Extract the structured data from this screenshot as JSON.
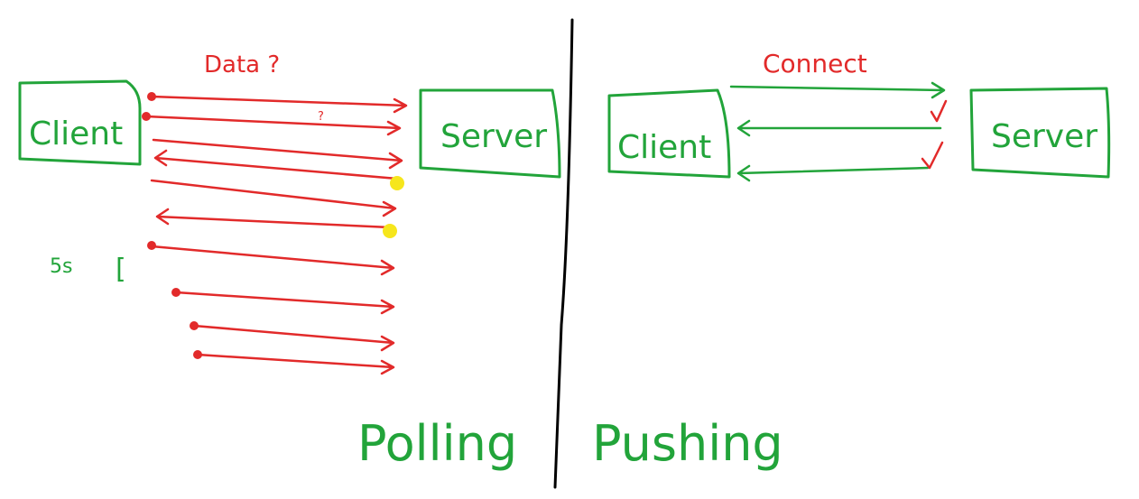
{
  "colors": {
    "green": "#22a43a",
    "red": "#e22a2a",
    "yellow": "#f6e61c",
    "black": "#000000"
  },
  "left_panel": {
    "client_label": "Client",
    "server_label": "Server",
    "request_label": "Data ?",
    "request_label_small": "?",
    "interval_label": "5s",
    "interval_bracket": "[",
    "title": "Polling"
  },
  "right_panel": {
    "client_label": "Client",
    "server_label": "Server",
    "connect_label": "Connect",
    "title": "Pushing"
  }
}
